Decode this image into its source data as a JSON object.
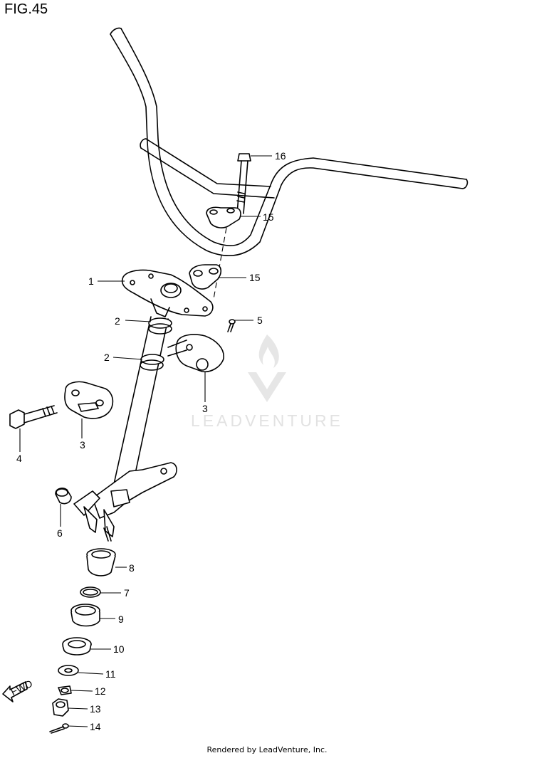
{
  "figure": {
    "title": "FIG.45",
    "footer": "Rendered by LeadVenture, Inc.",
    "watermark": "LEADVENTURE",
    "fwd_label": "FWD"
  },
  "callouts": [
    {
      "id": "1",
      "label": "1"
    },
    {
      "id": "2a",
      "label": "2"
    },
    {
      "id": "2b",
      "label": "2"
    },
    {
      "id": "3a",
      "label": "3"
    },
    {
      "id": "3b",
      "label": "3"
    },
    {
      "id": "4",
      "label": "4"
    },
    {
      "id": "5",
      "label": "5"
    },
    {
      "id": "6",
      "label": "6"
    },
    {
      "id": "7",
      "label": "7"
    },
    {
      "id": "8",
      "label": "8"
    },
    {
      "id": "9",
      "label": "9"
    },
    {
      "id": "10",
      "label": "10"
    },
    {
      "id": "11",
      "label": "11"
    },
    {
      "id": "12",
      "label": "12"
    },
    {
      "id": "13",
      "label": "13"
    },
    {
      "id": "14",
      "label": "14"
    },
    {
      "id": "15a",
      "label": "15"
    },
    {
      "id": "15b",
      "label": "15"
    },
    {
      "id": "16",
      "label": "16"
    }
  ]
}
